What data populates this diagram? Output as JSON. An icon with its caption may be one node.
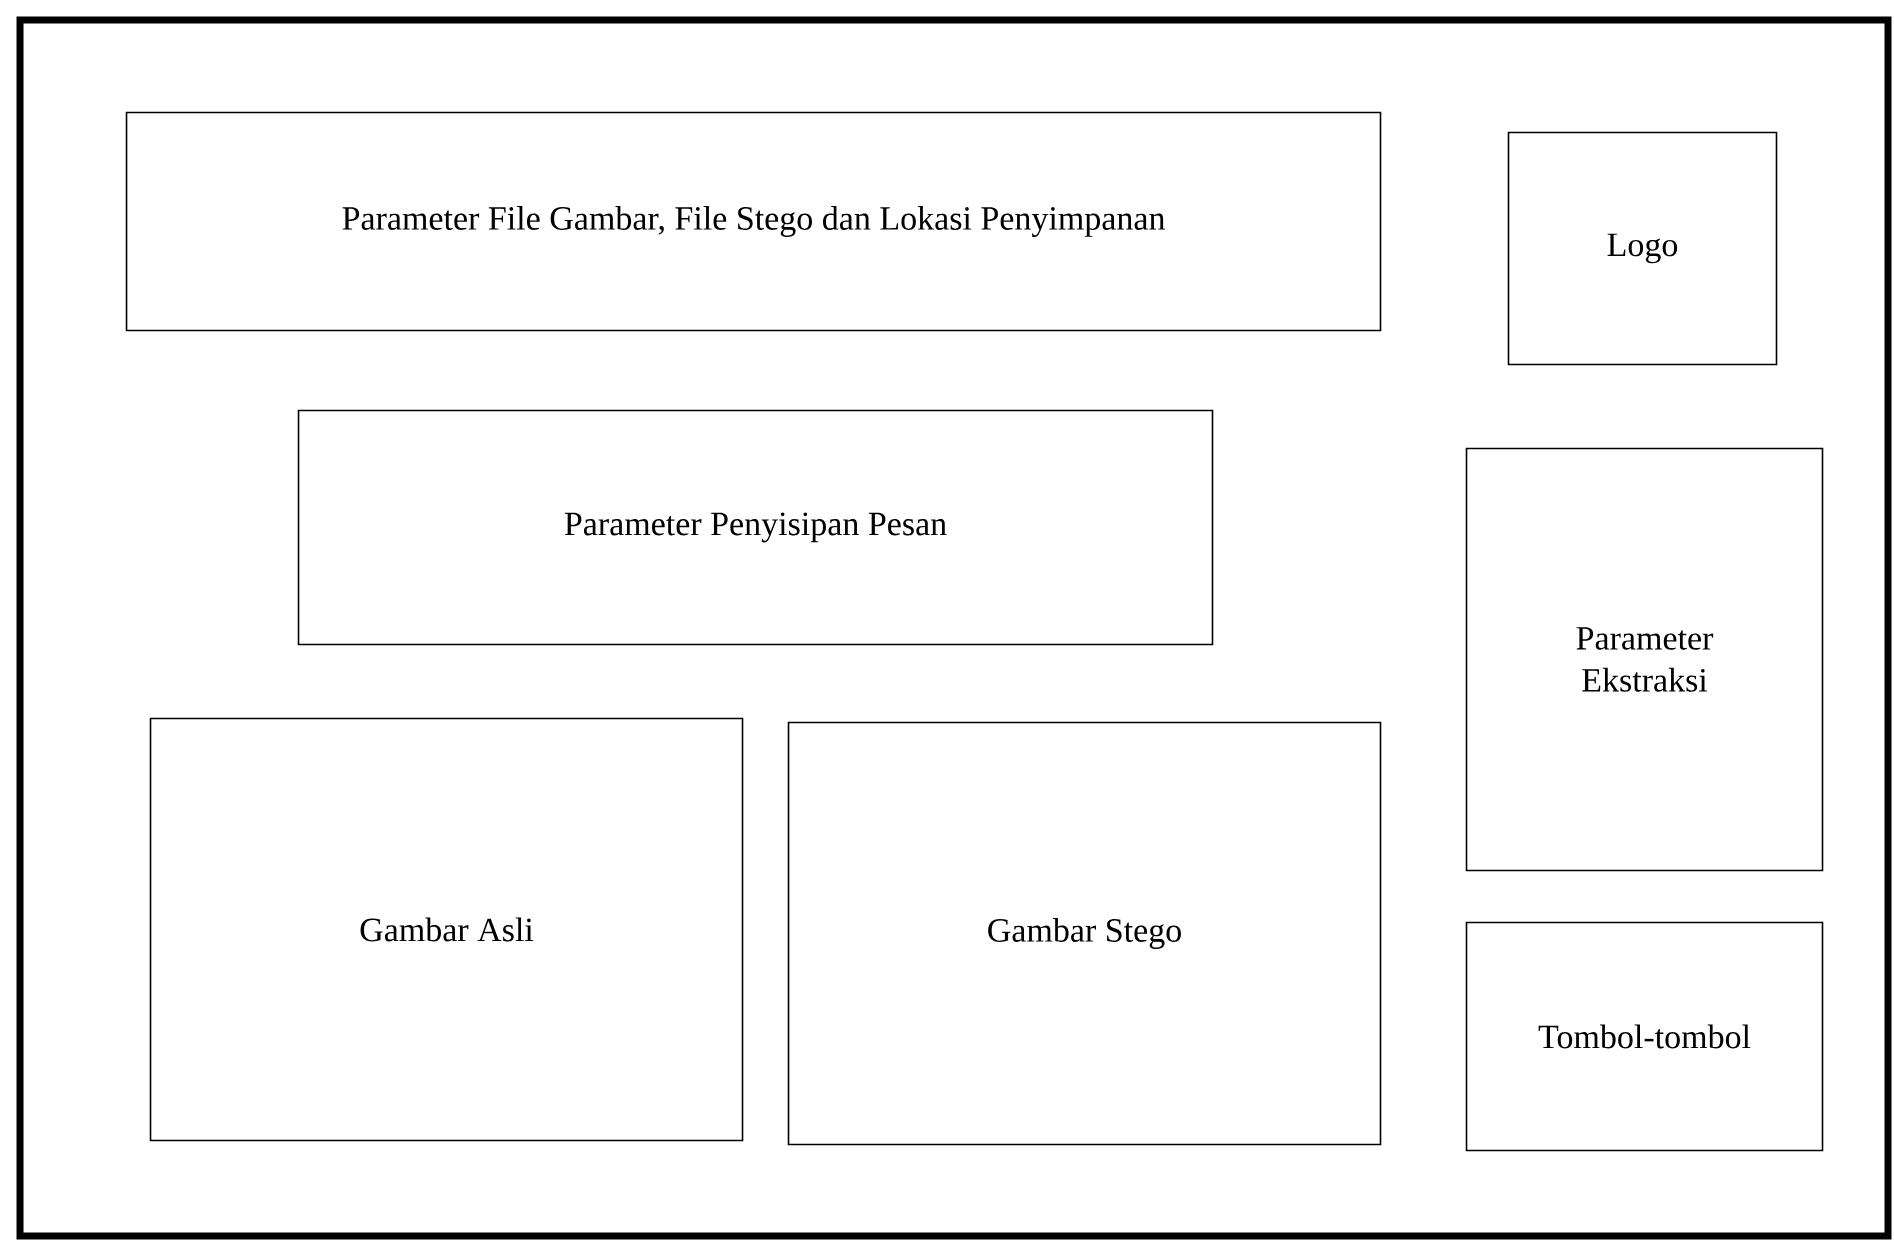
{
  "diagram": {
    "nodes": [
      {
        "text": [],
        "shape": "box"
      },
      {
        "text": [
          "Parameter File Gambar, File Stego dan Lokasi Penyimpanan"
        ],
        "in": 0
      },
      {
        "text": [
          "Logo"
        ],
        "in": 0
      },
      {
        "text": [
          "Parameter Penyisipan Pesan"
        ],
        "in": 0
      },
      {
        "text": [
          "Parameter Ekstraksi"
        ],
        "in": 0
      },
      {
        "text": [
          "Gambar Asli"
        ],
        "in": 0
      },
      {
        "text": [
          "Gambar Stego"
        ],
        "in": 0
      },
      {
        "text": [
          "Tombol-tombol"
        ],
        "in": 0
      }
    ]
  }
}
